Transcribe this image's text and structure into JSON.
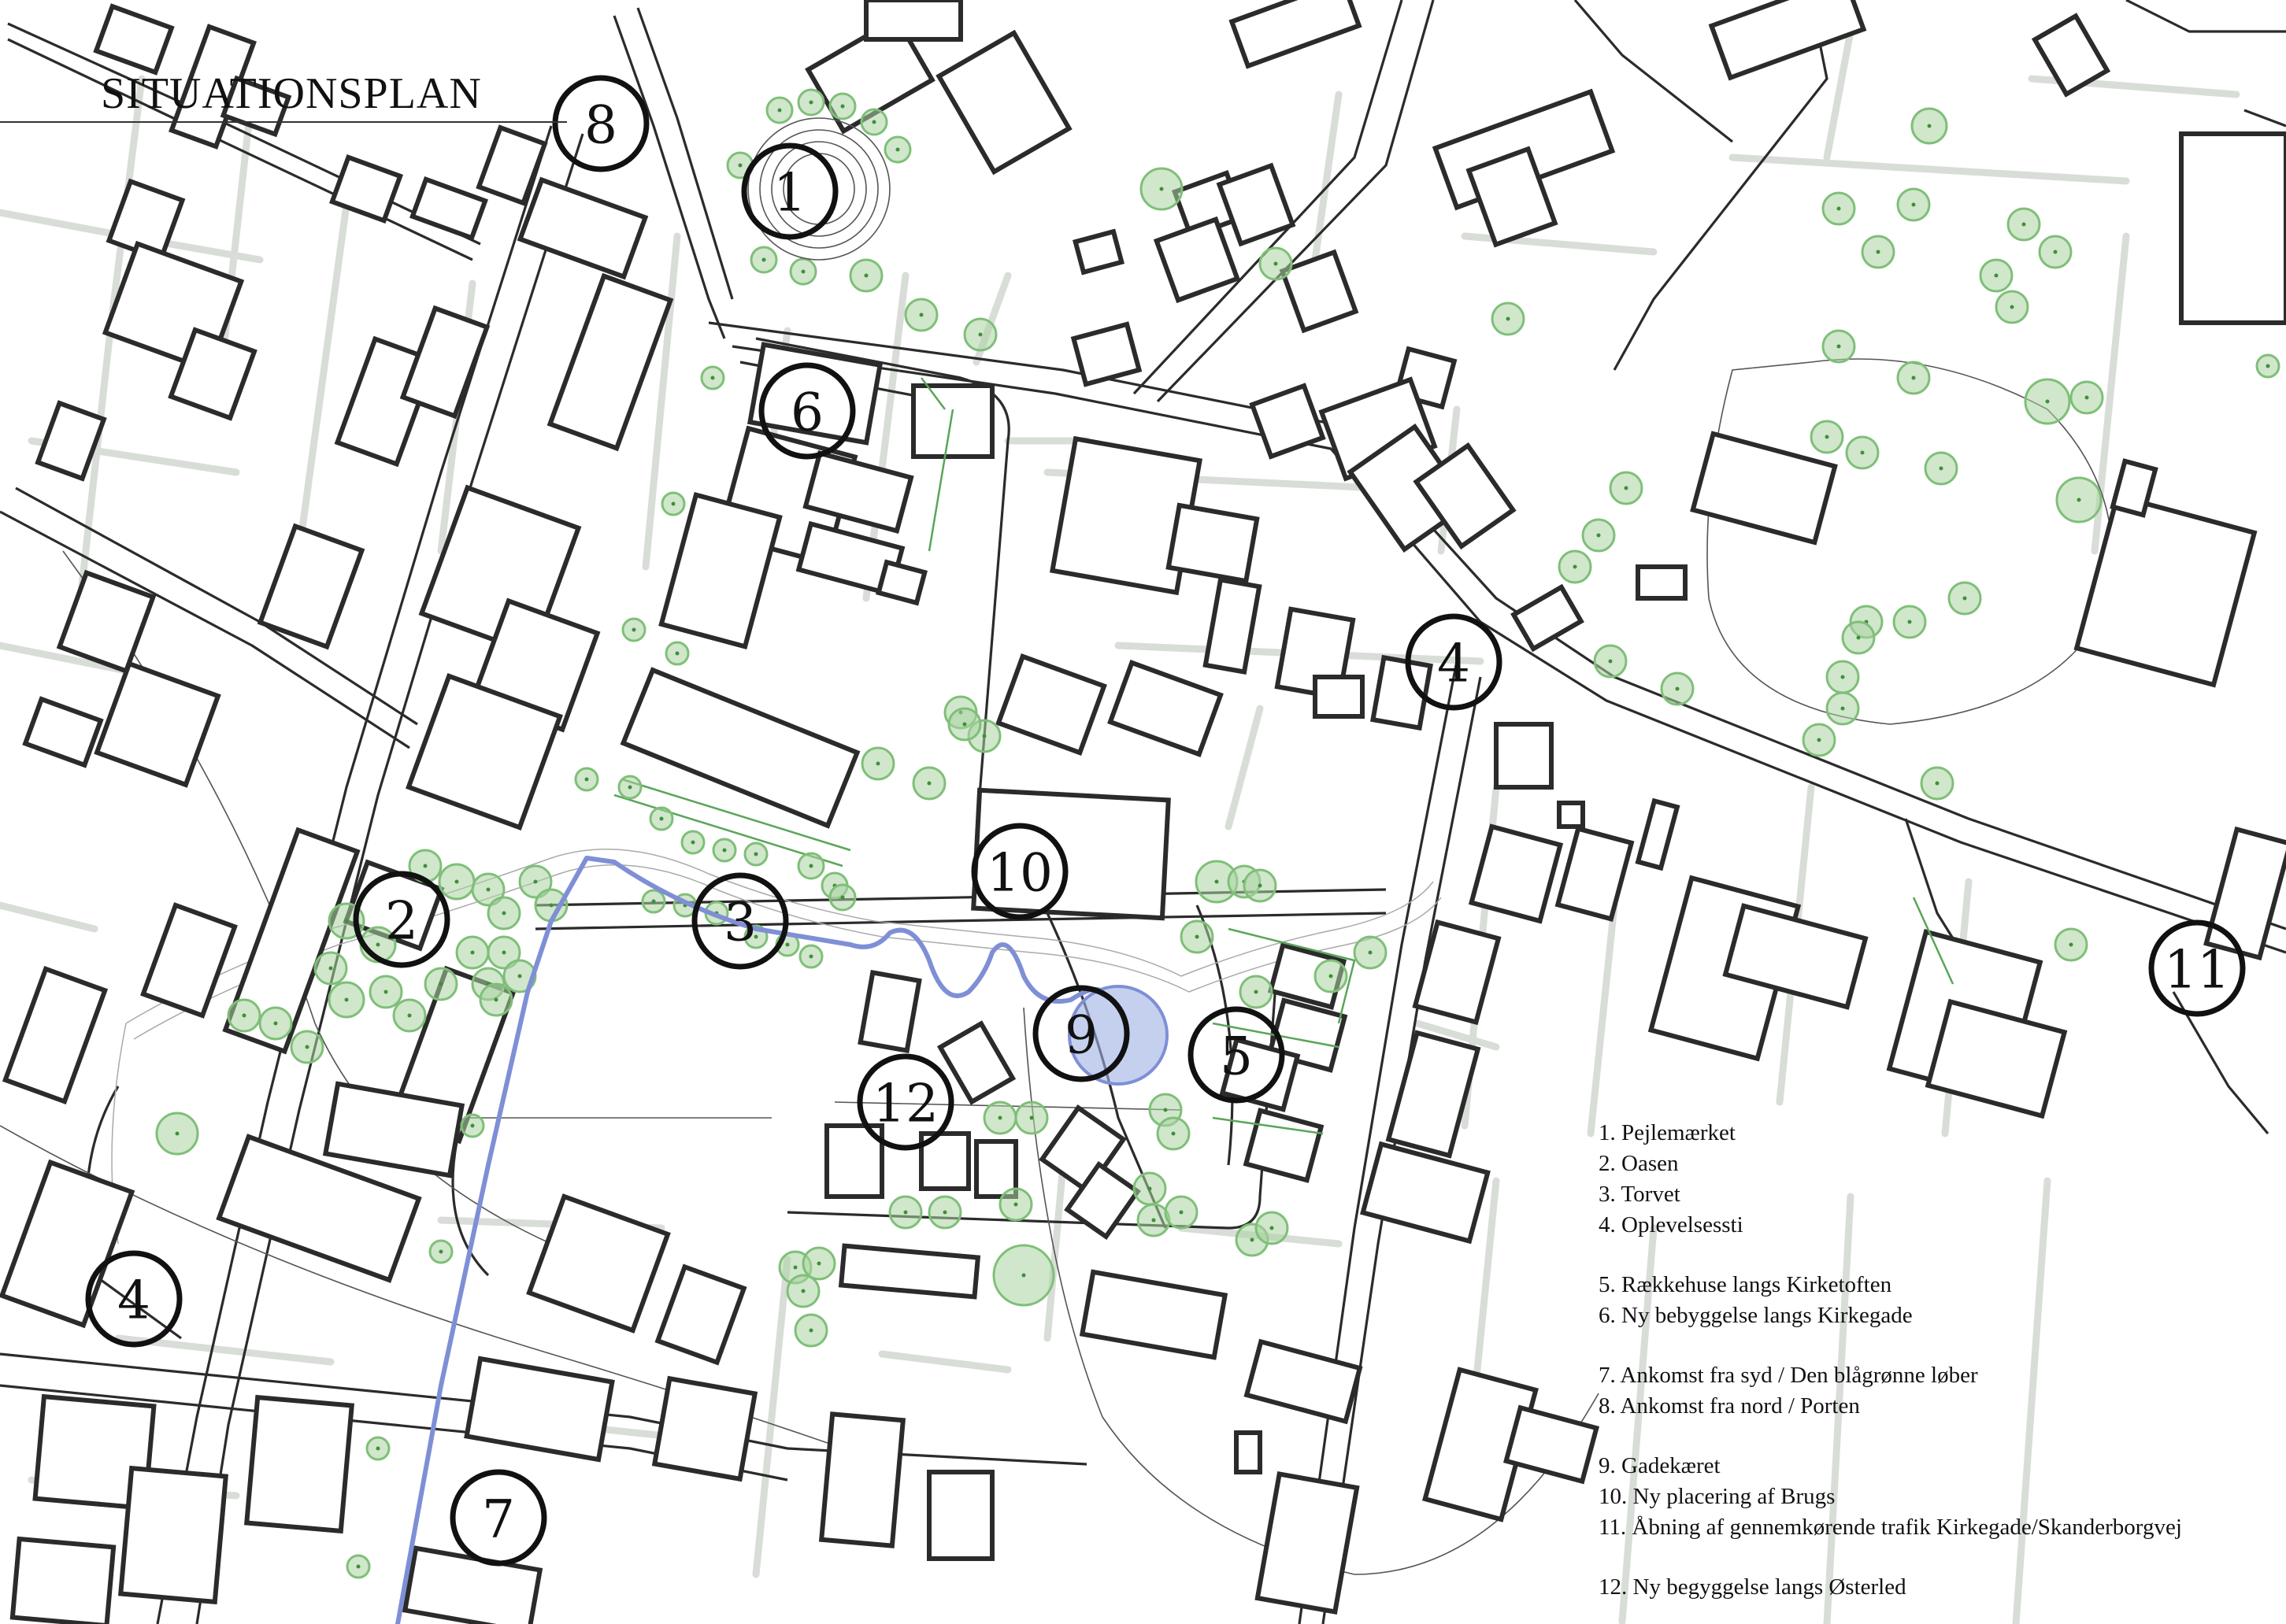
{
  "title": "SITUATIONSPLAN",
  "markers": [
    "1",
    "2",
    "3",
    "4",
    "4",
    "5",
    "6",
    "7",
    "8",
    "9",
    "10",
    "11",
    "12"
  ],
  "legend": {
    "group1": [
      "1. Pejlemærket",
      "2. Oasen",
      "3. Torvet",
      "4. Oplevelsessti"
    ],
    "group2": [
      "5. Rækkehuse langs Kirketoften",
      "6. Ny bebyggelse langs Kirkegade"
    ],
    "group3": [
      "7. Ankomst fra syd / Den blågrønne løber",
      "8. Ankomst fra nord / Porten"
    ],
    "group4": [
      "9. Gadekæret",
      "10. Ny placering af Brugs",
      "11. Åbning af gennemkørende trafik Kirkegade/Skanderborgvej"
    ],
    "group5": [
      "12. Ny begyggelse langs Østerled"
    ]
  },
  "colors": {
    "buildings": "#2b2b2b",
    "plots": "#d9ddd8",
    "trees": "#a9d4a2",
    "water_path": "#7f8fd6"
  }
}
